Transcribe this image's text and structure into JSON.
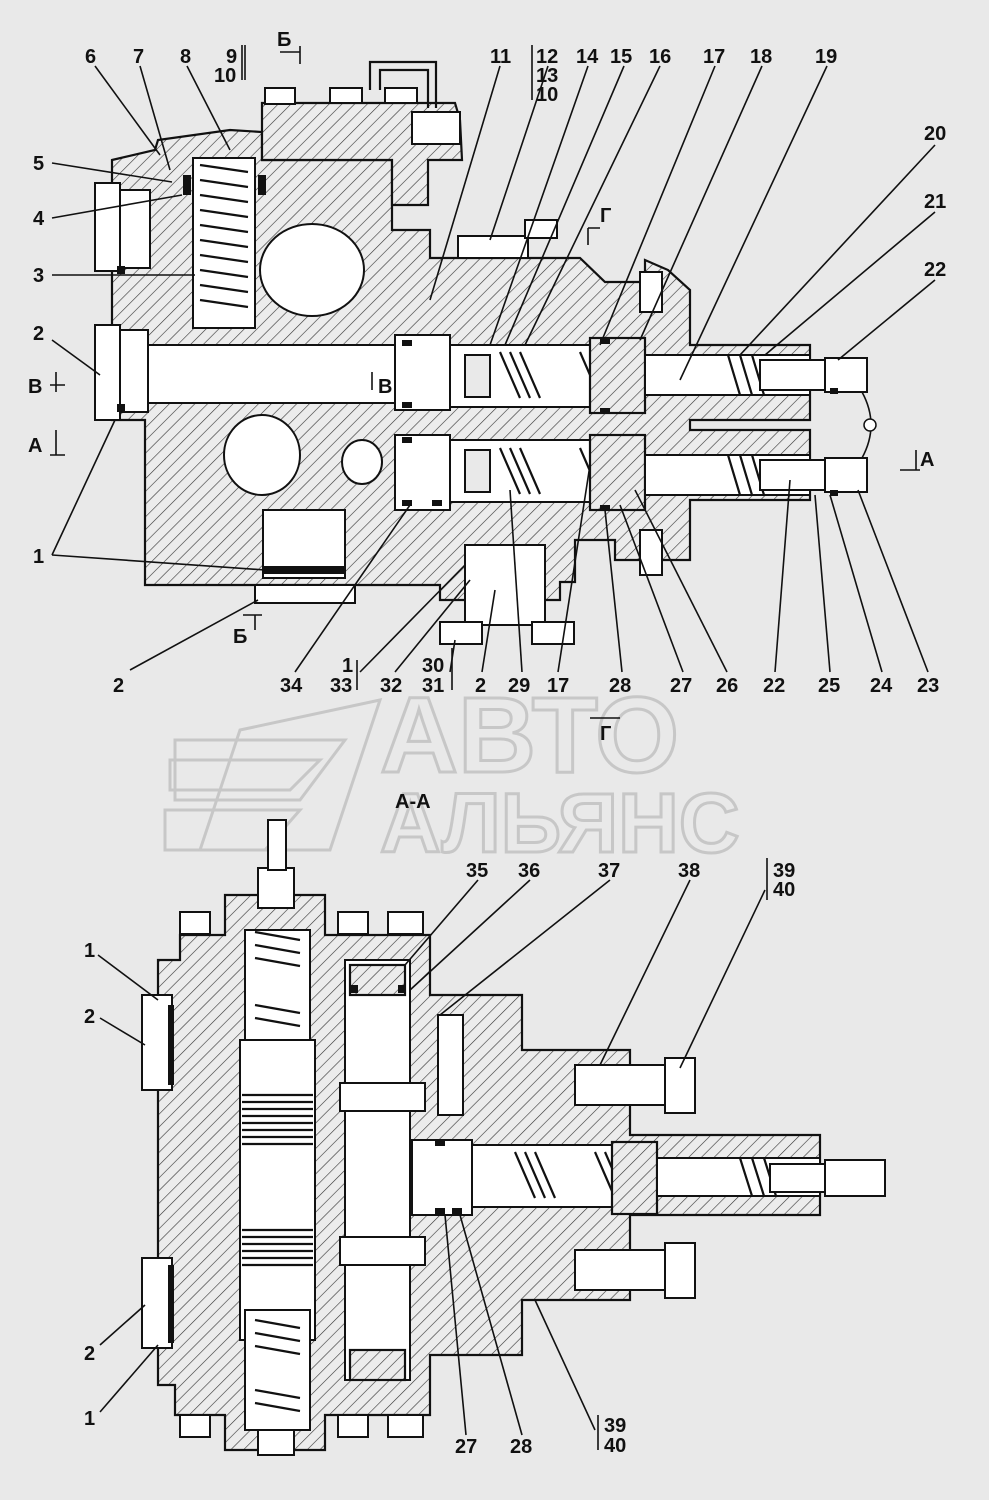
{
  "watermark": {
    "line1": "АВТО",
    "line2": "АЛЬЯНС"
  },
  "sections": {
    "aa_title": "А-А",
    "markers": [
      "Б",
      "Б",
      "В",
      "В",
      "А",
      "А",
      "Г",
      "Г"
    ]
  },
  "top_view": {
    "callouts": [
      "6",
      "7",
      "8",
      "9",
      "10",
      "11",
      "12",
      "13",
      "10",
      "14",
      "15",
      "16",
      "17",
      "18",
      "19",
      "20",
      "21",
      "22",
      "5",
      "4",
      "3",
      "2",
      "1",
      "2",
      "34",
      "1",
      "33",
      "32",
      "30",
      "31",
      "2",
      "29",
      "17",
      "28",
      "27",
      "26",
      "22",
      "25",
      "24",
      "23"
    ]
  },
  "bottom_view": {
    "callouts": [
      "35",
      "36",
      "37",
      "38",
      "39",
      "40",
      "1",
      "2",
      "2",
      "1",
      "27",
      "28",
      "39",
      "40"
    ]
  },
  "colors": {
    "background": "#e9e9e9",
    "ink": "#111111",
    "watermark": "#c7c7c7"
  }
}
